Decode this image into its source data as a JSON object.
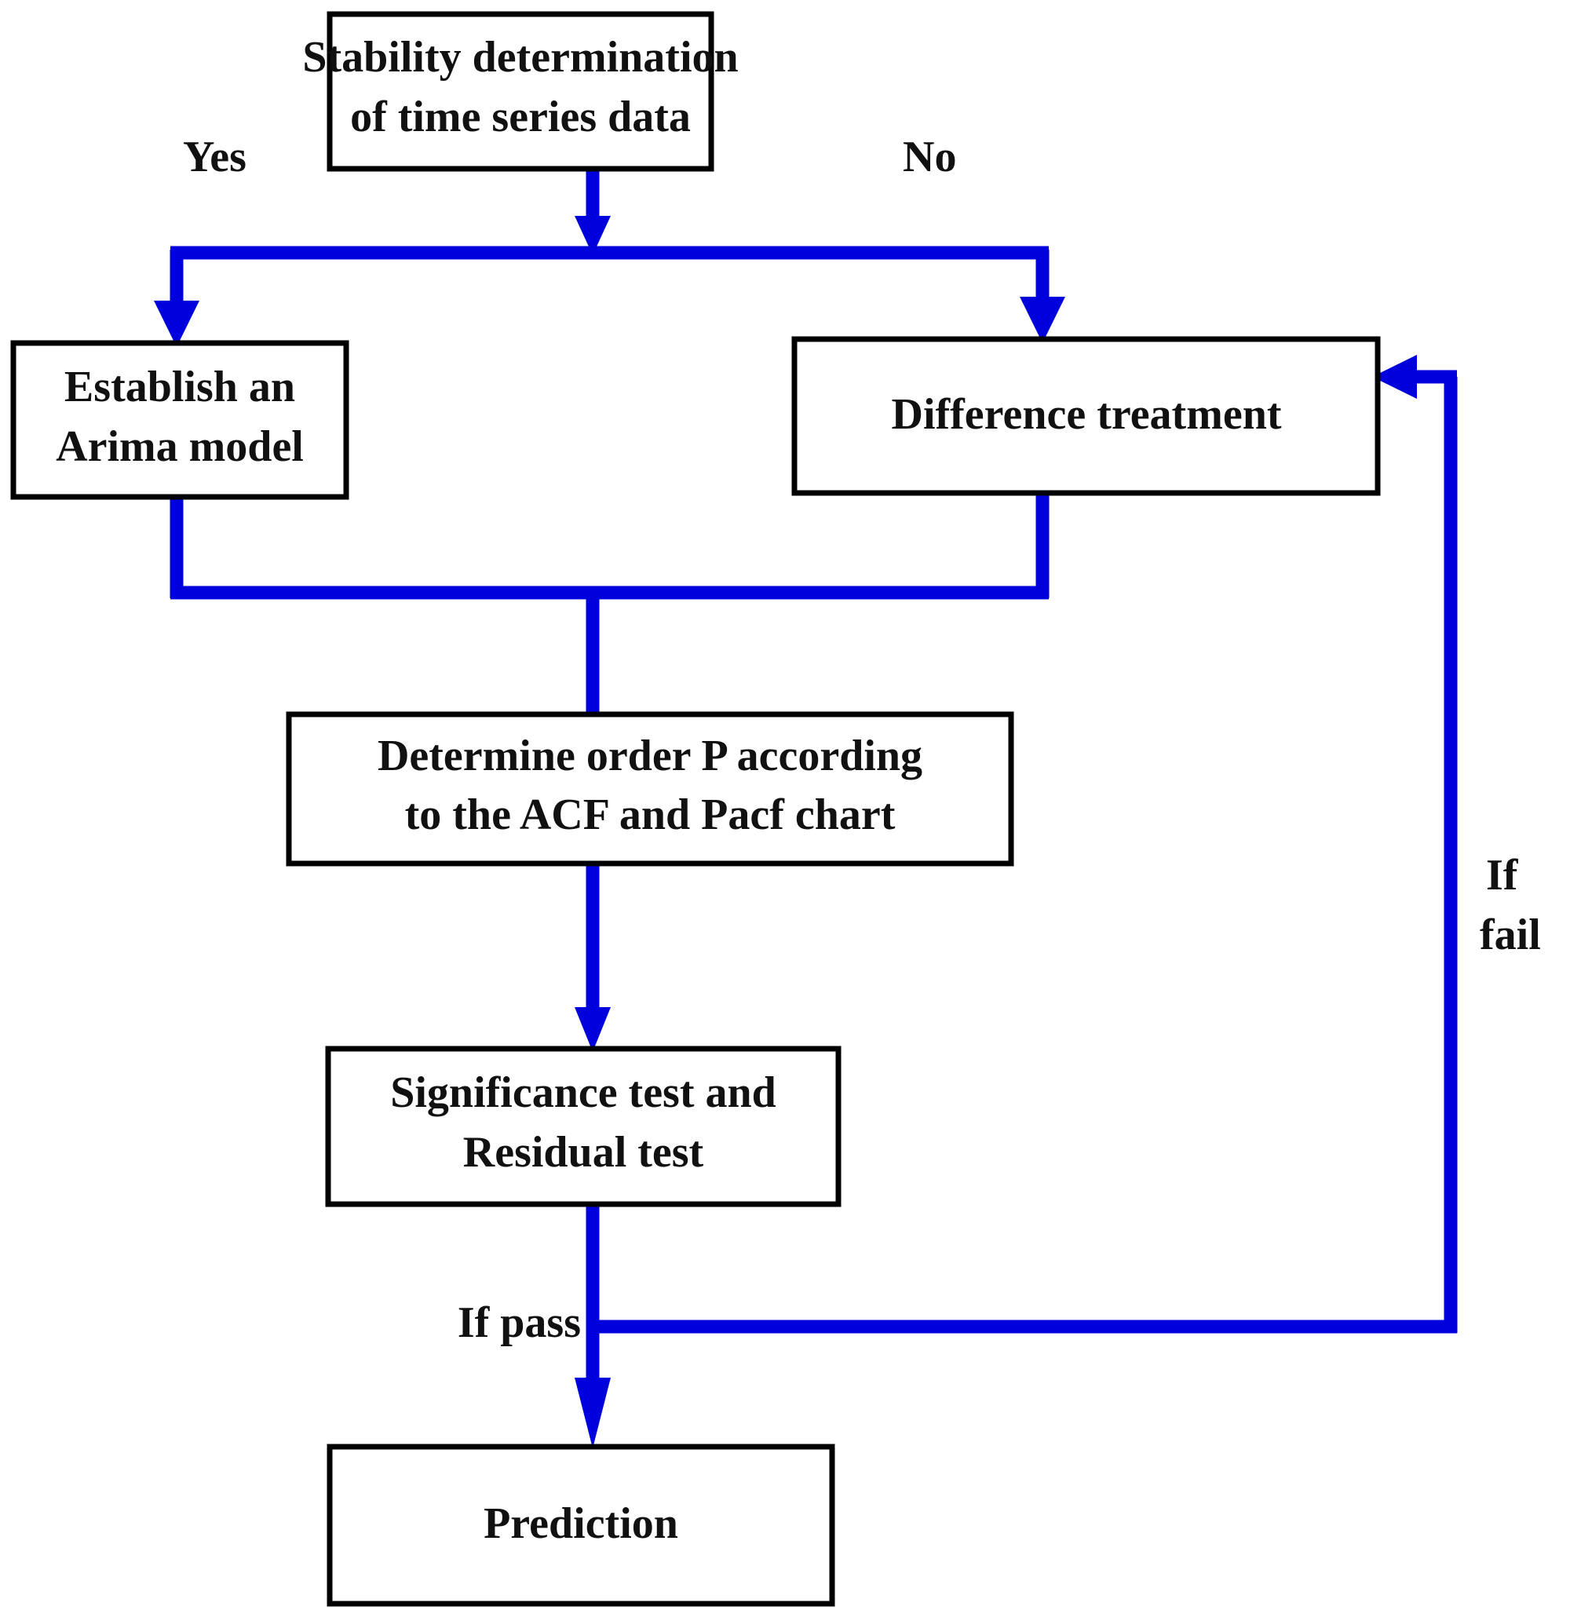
{
  "diagram": {
    "title_text": "ARIMA time series modeling flowchart",
    "colors": {
      "flow": "#0000DD",
      "box_border": "#000000",
      "box_fill": "#FFFFFF",
      "text": "#111111",
      "background": "#FFFFFF"
    },
    "nodes": [
      {
        "id": "stability",
        "name": "stability-determination-node",
        "lines": [
          "Stability determination",
          "of time series data"
        ],
        "line1": "Stability determination",
        "line2": "of time series data"
      },
      {
        "id": "arima",
        "name": "establish-arima-model-node",
        "lines": [
          "Establish an",
          "Arima model"
        ],
        "line1": "Establish an",
        "line2": "Arima model"
      },
      {
        "id": "difference",
        "name": "difference-treatment-node",
        "lines": [
          "Difference treatment"
        ],
        "line1": "Difference treatment",
        "line2": ""
      },
      {
        "id": "order",
        "name": "determine-order-node",
        "lines": [
          "Determine order P according",
          "to the ACF and Pacf chart"
        ],
        "line1": "Determine order P according",
        "line2": "to the ACF and Pacf chart"
      },
      {
        "id": "tests",
        "name": "significance-residual-test-node",
        "lines": [
          "Significance test and",
          "Residual test"
        ],
        "line1": "Significance test and",
        "line2": "Residual test"
      },
      {
        "id": "prediction",
        "name": "prediction-node",
        "lines": [
          "Prediction"
        ],
        "line1": "Prediction",
        "line2": ""
      }
    ],
    "edge_labels": {
      "yes": "Yes",
      "no": "No",
      "if_pass": "If pass",
      "if_fail_line1": "If",
      "if_fail_line2": "fail"
    }
  }
}
